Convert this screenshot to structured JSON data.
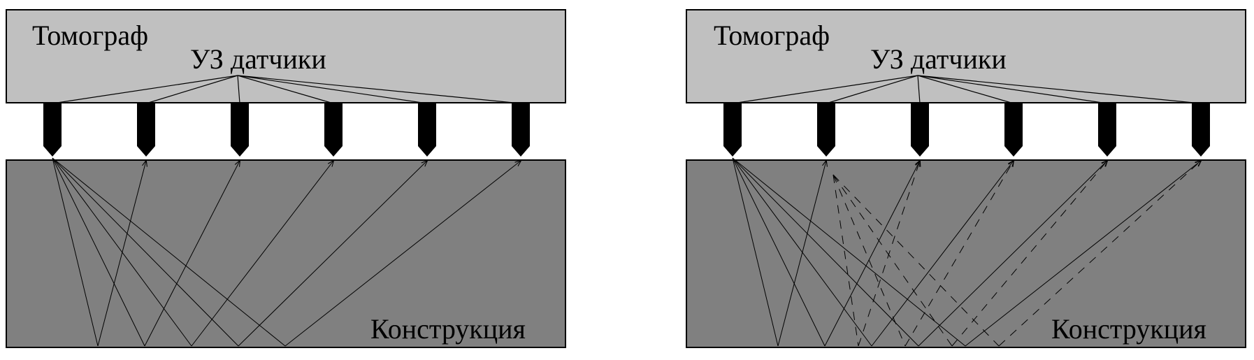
{
  "panels": [
    {
      "id": "left",
      "tomograph_label": "Томограф",
      "sensors_label": "УЗ датчики",
      "structure_label": "Конструкция",
      "dashed_reflections": false
    },
    {
      "id": "right",
      "tomograph_label": "Томограф",
      "sensors_label": "УЗ датчики",
      "structure_label": "Конструкция",
      "dashed_reflections": true
    }
  ],
  "sensor_count": 6,
  "colors": {
    "tomograph_fill": "#c0c0c0",
    "structure_fill": "#808080",
    "sensor_fill": "#000000",
    "line": "#000000",
    "background": "#ffffff"
  }
}
